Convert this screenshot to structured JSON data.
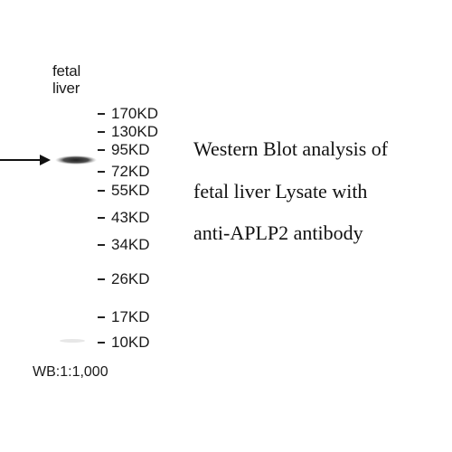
{
  "lane_label": {
    "line1": "fetal",
    "line2": "liver"
  },
  "markers": [
    {
      "label": "170KD"
    },
    {
      "label": "130KD"
    },
    {
      "label": "95KD"
    },
    {
      "label": "72KD"
    },
    {
      "label": "55KD"
    },
    {
      "label": "43KD"
    },
    {
      "label": "34KD"
    },
    {
      "label": "26KD"
    },
    {
      "label": "17KD"
    },
    {
      "label": "10KD"
    }
  ],
  "caption": {
    "line1": "Western Blot analysis of",
    "line2": "fetal liver Lysate with",
    "line3": "anti-APLP2 antibody"
  },
  "dilution": "WB:1:1,000",
  "colors": {
    "text": "#1a1a1a",
    "band": "#2a2a2a",
    "background": "#ffffff"
  }
}
